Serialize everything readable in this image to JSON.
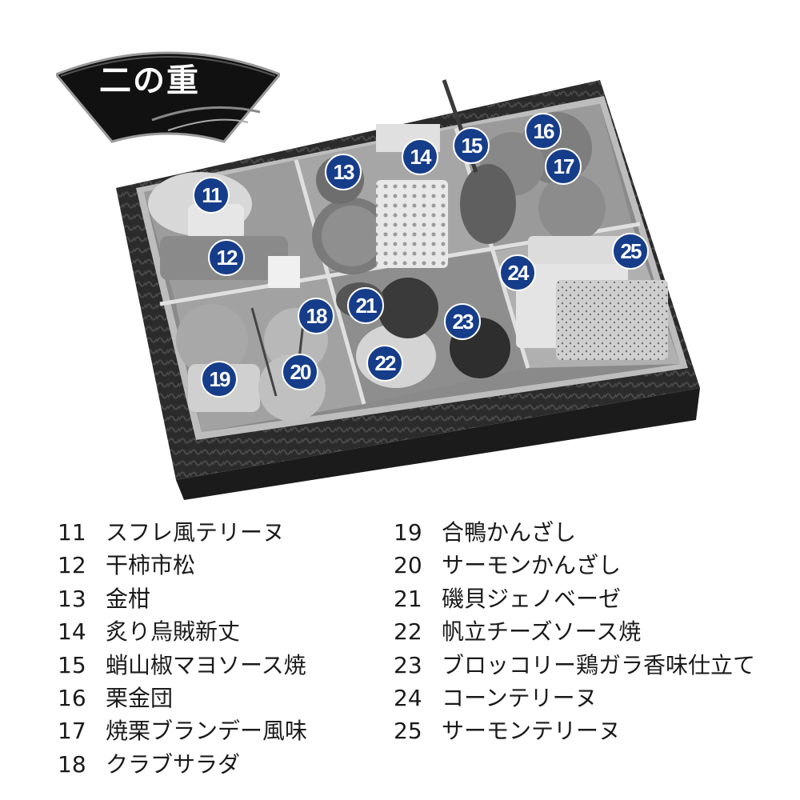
{
  "header": {
    "title": "二の重"
  },
  "markers": [
    {
      "number": "11"
    },
    {
      "number": "12"
    },
    {
      "number": "13"
    },
    {
      "number": "14"
    },
    {
      "number": "15"
    },
    {
      "number": "16"
    },
    {
      "number": "17"
    },
    {
      "number": "18"
    },
    {
      "number": "19"
    },
    {
      "number": "20"
    },
    {
      "number": "21"
    },
    {
      "number": "22"
    },
    {
      "number": "23"
    },
    {
      "number": "24"
    },
    {
      "number": "25"
    }
  ],
  "legend": {
    "left": [
      {
        "number": "11",
        "name": "スフレ風テリーヌ"
      },
      {
        "number": "12",
        "name": "干柿市松"
      },
      {
        "number": "13",
        "name": "金柑"
      },
      {
        "number": "14",
        "name": "炙り烏賊新丈"
      },
      {
        "number": "15",
        "name": "蛸山椒マヨソース焼"
      },
      {
        "number": "16",
        "name": "栗金団"
      },
      {
        "number": "17",
        "name": "焼栗ブランデー風味"
      },
      {
        "number": "18",
        "name": "クラブサラダ"
      }
    ],
    "right": [
      {
        "number": "19",
        "name": "合鴨かんざし"
      },
      {
        "number": "20",
        "name": "サーモンかんざし"
      },
      {
        "number": "21",
        "name": "磯貝ジェノベーゼ"
      },
      {
        "number": "22",
        "name": "帆立チーズソース焼"
      },
      {
        "number": "23",
        "name": "ブロッコリー鶏ガラ香味仕立て"
      },
      {
        "number": "24",
        "name": "コーンテリーヌ"
      },
      {
        "number": "25",
        "name": "サーモンテリーヌ"
      }
    ]
  },
  "colors": {
    "marker": "#163d8a",
    "fan": "#111111",
    "box": "#2a2a2a"
  }
}
